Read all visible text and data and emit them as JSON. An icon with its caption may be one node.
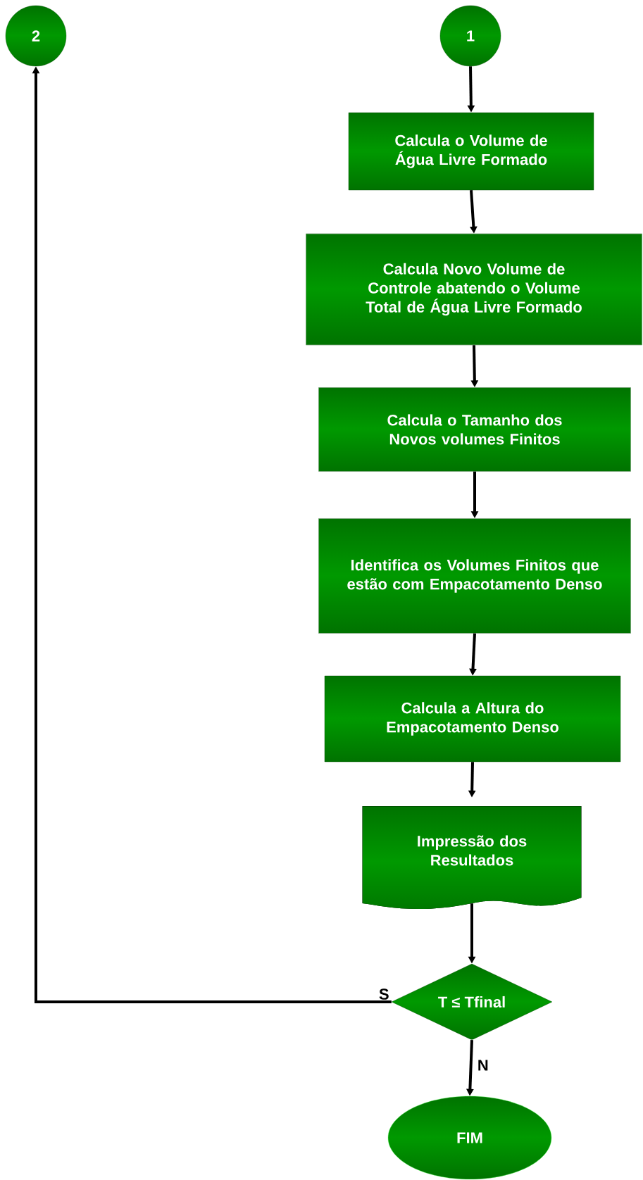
{
  "diagram": {
    "nodes": [
      {
        "text": [
          "2"
        ]
      },
      {
        "text": [
          "1"
        ]
      },
      {
        "text": [
          "Calcula o Volume de Água Livre Formado"
        ]
      },
      {
        "text": [
          "Calcula Novo Volume de Controle abatendo o Volume Total de Água Livre Formado"
        ]
      },
      {
        "text": [
          "Calcula o Tamanho dos Novos volumes Finitos"
        ]
      },
      {
        "text": [
          "Identifica os Volumes Finitos que estão com Empacotamento Denso"
        ]
      },
      {
        "text": [
          "Calcula a Altura do Empacotamento Denso"
        ]
      },
      {
        "text": [
          "Impressão dos Resultados"
        ]
      },
      {
        "text": [
          "T ≤ Tfinal"
        ]
      },
      {
        "text": [
          "FIM"
        ]
      }
    ],
    "edges": [
      {
        "from": 1,
        "to": 2,
        "arrow": "to"
      },
      {
        "from": 2,
        "to": 3,
        "arrow": "to"
      },
      {
        "from": 3,
        "to": 4,
        "arrow": "to"
      },
      {
        "from": 4,
        "to": 5,
        "arrow": "to"
      },
      {
        "from": 5,
        "to": 6,
        "arrow": "to"
      },
      {
        "from": 6,
        "to": 7,
        "arrow": "to"
      },
      {
        "from": 7,
        "to": 8,
        "arrow": "to"
      },
      {
        "from": 8,
        "to": 0,
        "arrow": "to",
        "label": "S"
      },
      {
        "from": 8,
        "to": 9,
        "arrow": "to",
        "label": "N"
      }
    ]
  }
}
